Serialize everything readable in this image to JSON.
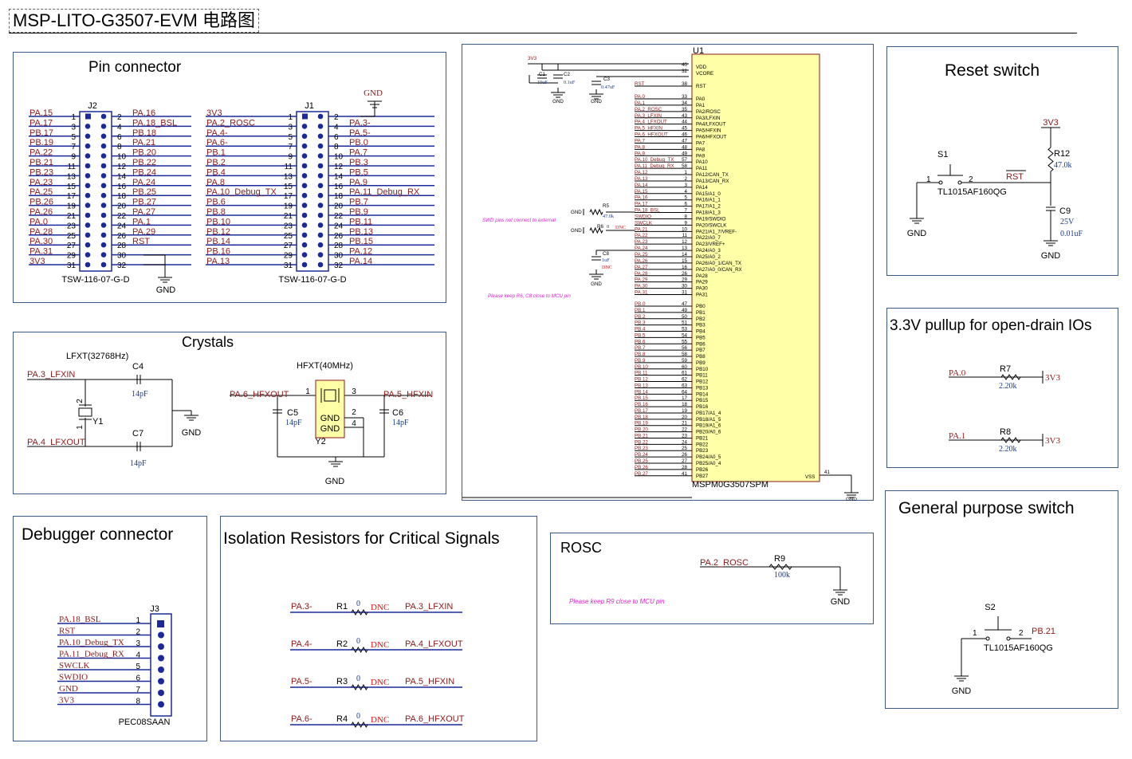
{
  "title": "MSP-LITO-G3507-EVM 电路图",
  "panels": {
    "pin_connector": "Pin connector",
    "crystals": "Crystals",
    "debugger": "Debugger connector",
    "isolation": "Isolation Resistors for Critical Signals",
    "rosc": "ROSC",
    "reset": "Reset switch",
    "pullup": "3.3V pullup for open-drain IOs",
    "gp_switch": "General purpose switch"
  },
  "j2": {
    "ref": "J2",
    "part": "TSW-116-07-G-D",
    "gnd": "GND",
    "left": [
      {
        "n": "1",
        "net": "PA.15"
      },
      {
        "n": "3",
        "net": "PA.17"
      },
      {
        "n": "5",
        "net": "PB.17"
      },
      {
        "n": "7",
        "net": "PB.19"
      },
      {
        "n": "9",
        "net": "PA.22"
      },
      {
        "n": "11",
        "net": "PB.21"
      },
      {
        "n": "13",
        "net": "PB.23"
      },
      {
        "n": "15",
        "net": "PA.23"
      },
      {
        "n": "17",
        "net": "PA.25"
      },
      {
        "n": "19",
        "net": "PB.26"
      },
      {
        "n": "21",
        "net": "PA.26"
      },
      {
        "n": "23",
        "net": "PA.0"
      },
      {
        "n": "25",
        "net": "PA.28"
      },
      {
        "n": "27",
        "net": "PA.30"
      },
      {
        "n": "29",
        "net": "PA.31"
      },
      {
        "n": "31",
        "net": "3V3"
      }
    ],
    "right": [
      {
        "n": "2",
        "net": "PA.16"
      },
      {
        "n": "4",
        "net": "PA.18_BSL"
      },
      {
        "n": "6",
        "net": "PB.18"
      },
      {
        "n": "8",
        "net": "PA.21"
      },
      {
        "n": "10",
        "net": "PB.20"
      },
      {
        "n": "12",
        "net": "PB.22"
      },
      {
        "n": "14",
        "net": "PB.24"
      },
      {
        "n": "16",
        "net": "PA.24"
      },
      {
        "n": "18",
        "net": "PB.25"
      },
      {
        "n": "20",
        "net": "PB.27"
      },
      {
        "n": "22",
        "net": "PA.27"
      },
      {
        "n": "24",
        "net": "PA.1"
      },
      {
        "n": "26",
        "net": "PA.29"
      },
      {
        "n": "28",
        "net": "RST"
      },
      {
        "n": "30",
        "net": ""
      },
      {
        "n": "32",
        "net": ""
      }
    ]
  },
  "j1": {
    "ref": "J1",
    "part": "TSW-116-07-G-D",
    "gnd": "GND",
    "left": [
      {
        "n": "1",
        "net": "3V3"
      },
      {
        "n": "3",
        "net": "PA.2_ROSC"
      },
      {
        "n": "5",
        "net": "PA.4-"
      },
      {
        "n": "7",
        "net": "PA.6-"
      },
      {
        "n": "9",
        "net": "PB.1"
      },
      {
        "n": "11",
        "net": "PB.2"
      },
      {
        "n": "13",
        "net": "PB.4"
      },
      {
        "n": "15",
        "net": "PA.8"
      },
      {
        "n": "17",
        "net": "PA.10_Debug_TX"
      },
      {
        "n": "19",
        "net": "PB.6"
      },
      {
        "n": "21",
        "net": "PB.8"
      },
      {
        "n": "23",
        "net": "PB.10"
      },
      {
        "n": "25",
        "net": "PB.12"
      },
      {
        "n": "27",
        "net": "PB.14"
      },
      {
        "n": "29",
        "net": "PB.16"
      },
      {
        "n": "31",
        "net": "PA.13"
      }
    ],
    "right": [
      {
        "n": "2",
        "net": ""
      },
      {
        "n": "4",
        "net": "PA.3-"
      },
      {
        "n": "6",
        "net": "PA.5-"
      },
      {
        "n": "8",
        "net": "PB.0"
      },
      {
        "n": "10",
        "net": "PA.7"
      },
      {
        "n": "12",
        "net": "PB.3"
      },
      {
        "n": "14",
        "net": "PB.5"
      },
      {
        "n": "16",
        "net": "PA.9"
      },
      {
        "n": "18",
        "net": "PA.11_Debug_RX"
      },
      {
        "n": "20",
        "net": "PB.7"
      },
      {
        "n": "22",
        "net": "PB.9"
      },
      {
        "n": "24",
        "net": "PB.11"
      },
      {
        "n": "26",
        "net": "PB.13"
      },
      {
        "n": "28",
        "net": "PB.15"
      },
      {
        "n": "30",
        "net": "PA.12"
      },
      {
        "n": "32",
        "net": "PA.14"
      }
    ]
  },
  "crystals": {
    "lfxt_title": "LFXT(32768Hz)",
    "hfxt_title": "HFXT(40MHz)",
    "lfxin": "PA.3_LFXIN",
    "lfxout": "PA.4_LFXOUT",
    "c4": "C4",
    "c4v": "14pF",
    "c7": "C7",
    "c7v": "14pF",
    "y1": "Y1",
    "hfxout": "PA.6_HFXOUT",
    "hfxin": "PA.5_HFXIN",
    "c5": "C5",
    "c5v": "14pF",
    "c6": "C6",
    "c6v": "14pF",
    "y2": "Y2",
    "gnd": "GND",
    "ygnd": "GND"
  },
  "debugger": {
    "ref": "J3",
    "part": "PEC08SAAN",
    "pins": [
      {
        "n": "1",
        "net": "PA.18_BSL"
      },
      {
        "n": "2",
        "net": "RST"
      },
      {
        "n": "3",
        "net": "PA.10_Debug_TX"
      },
      {
        "n": "4",
        "net": "PA.11_Debug_RX"
      },
      {
        "n": "5",
        "net": "SWCLK"
      },
      {
        "n": "6",
        "net": "SWDIO"
      },
      {
        "n": "7",
        "net": "GND"
      },
      {
        "n": "8",
        "net": "3V3"
      }
    ]
  },
  "isolation": {
    "dnc": "DNC",
    "zero": "0",
    "rows": [
      {
        "left": "PA.3-",
        "ref": "R1",
        "right": "PA.3_LFXIN"
      },
      {
        "left": "PA.4-",
        "ref": "R2",
        "right": "PA.4_LFXOUT"
      },
      {
        "left": "PA.5-",
        "ref": "R3",
        "right": "PA.5_HFXIN"
      },
      {
        "left": "PA.6-",
        "ref": "R4",
        "right": "PA.6_HFXOUT"
      }
    ]
  },
  "rosc": {
    "net": "PA.2_ROSC",
    "ref": "R9",
    "value": "100k",
    "gnd": "GND",
    "note": "Please keep R9 close to MCU pin"
  },
  "reset": {
    "net": "3V3",
    "r": "R12",
    "rv": "47.0k",
    "s": "S1",
    "part": "TL1015AF160QG",
    "rst": "RST",
    "c": "C9",
    "cv1": "25V",
    "cv2": "0.01uF",
    "gnd1": "GND",
    "gnd2": "GND",
    "p1": "1",
    "p2": "2"
  },
  "pullup": {
    "rows": [
      {
        "net": "PA.0",
        "ref": "R7",
        "value": "2.20k",
        "rail": "3V3"
      },
      {
        "net": "PA.1",
        "ref": "R8",
        "value": "2.20k",
        "rail": "3V3"
      }
    ]
  },
  "gp_switch": {
    "s": "S2",
    "net": "PB.21",
    "part": "TL1015AF160QG",
    "gnd": "GND",
    "p1": "1",
    "p2": "2"
  },
  "mcu": {
    "ref": "U1",
    "part": "MSPM0G3507SPM",
    "vdd": "VDD",
    "vcore": "VCORE",
    "rst_pin": "RST",
    "vss": "VSS",
    "v3": "3V3",
    "c1": "C1",
    "c1v": "10uF",
    "c2": "C2",
    "c2v": "0.1uF",
    "c3": "C3",
    "c3v": "0.47uF",
    "c8": "C8",
    "c8v": "1uF",
    "r5": "R5",
    "r5v": "47.0k",
    "r6": "R6",
    "r6v": "0",
    "dnc": "DNC",
    "gnd": "GND",
    "note_swd": "SWD pins not connect to external",
    "note_keep": "Please keep R6, C8 close to MCU pin",
    "nets": [
      "3V3",
      "RST",
      "PA.0",
      "PA.1",
      "PA.2_ROSC",
      "PA.3_LFXIN",
      "PA.4_LFXOUT",
      "PA.5_HFXIN",
      "PA.6_HFXOUT",
      "PA.7",
      "PA.8",
      "PA.9",
      "PA.10_Debug_TX",
      "PA.11_Debug_RX",
      "PA.12",
      "PA.13",
      "PA.14",
      "PA.15",
      "PA.16",
      "PA.17",
      "PA.18_BSL",
      "SWDIO",
      "SWCLK",
      "PA.21",
      "PA.22",
      "PA.23",
      "PA.24",
      "PA.25",
      "PA.26",
      "PA.27",
      "PA.28",
      "PA.29",
      "PA.30",
      "PA.31"
    ],
    "pa_pins": [
      "VDD",
      "VCORE",
      "RST",
      "PA0",
      "PA1",
      "PA2/ROSC",
      "PA3/LFXIN",
      "PA4/LFXOUT",
      "PA5/HFXIN",
      "PA6/HFXOUT",
      "PA7",
      "PA8",
      "PA9",
      "PA10",
      "PA11",
      "PA12/CAN_TX",
      "PA13/CAN_RX",
      "PA14",
      "PA15/A1_0",
      "PA16/A1_1",
      "PA17/A1_2",
      "PA18/A1_3",
      "PA19/SWDIO",
      "PA20/SWCLK",
      "PA21/A1_7/VREF-",
      "PA22/A0_7",
      "PA23/VREF+",
      "PA24/A0_3",
      "PA25/A0_2",
      "PA26/A0_1/CAN_TX",
      "PA27/A0_0/CAN_RX",
      "PA28",
      "PA29",
      "PA30",
      "PA31"
    ],
    "pa_nums": [
      "40",
      "32",
      "38",
      "33",
      "34",
      "35",
      "43",
      "44",
      "45",
      "46",
      "47",
      "48",
      "49",
      "57",
      "58",
      "1",
      "2",
      "3",
      "4",
      "5",
      "6",
      "7",
      "8",
      "9",
      "10",
      "11",
      "12",
      "13",
      "14",
      "15",
      "16",
      "26",
      "29",
      "30",
      "31"
    ],
    "pb_nets": [
      "PB.0",
      "PB.1",
      "PB.2",
      "PB.3",
      "PB.4",
      "PB.5",
      "PB.6",
      "PB.7",
      "PB.8",
      "PB.9",
      "PB.10",
      "PB.11",
      "PB.12",
      "PB.13",
      "PB.14",
      "PB.15",
      "PB.16",
      "PB.17",
      "PB.18",
      "PB.19",
      "PB.20",
      "PB.21",
      "PB.22",
      "PB.23",
      "PB.24",
      "PB.25",
      "PB.26",
      "PB.27"
    ],
    "pb_pins": [
      "PB0",
      "PB1",
      "PB2",
      "PB3",
      "PB4",
      "PB5",
      "PB6",
      "PB7",
      "PB8",
      "PB9",
      "PB10",
      "PB11",
      "PB12",
      "PB13",
      "PB14",
      "PB15",
      "PB16",
      "PB17/A1_4",
      "PB18/A1_5",
      "PB19/A1_6",
      "PB20/A0_6",
      "PB21",
      "PB22",
      "PB23",
      "PB24/A0_5",
      "PB25/A0_4",
      "PB26",
      "PB27"
    ],
    "pb_nums": [
      "47",
      "49",
      "50",
      "51",
      "53",
      "54",
      "55",
      "56",
      "58",
      "59",
      "60",
      "61",
      "62",
      "63",
      "64",
      "17",
      "18",
      "19",
      "20",
      "21",
      "22",
      "23",
      "24",
      "25",
      "26",
      "27",
      "28",
      "41"
    ]
  },
  "colors": {
    "panel_border": "#3b5a86",
    "net": "#8b1a1a",
    "value": "#1a3a8a",
    "dnc": "#dd1111",
    "note": "#e020d0",
    "mcu_fill": "#ffffa8",
    "pin_blue": "#1a2a9a"
  }
}
